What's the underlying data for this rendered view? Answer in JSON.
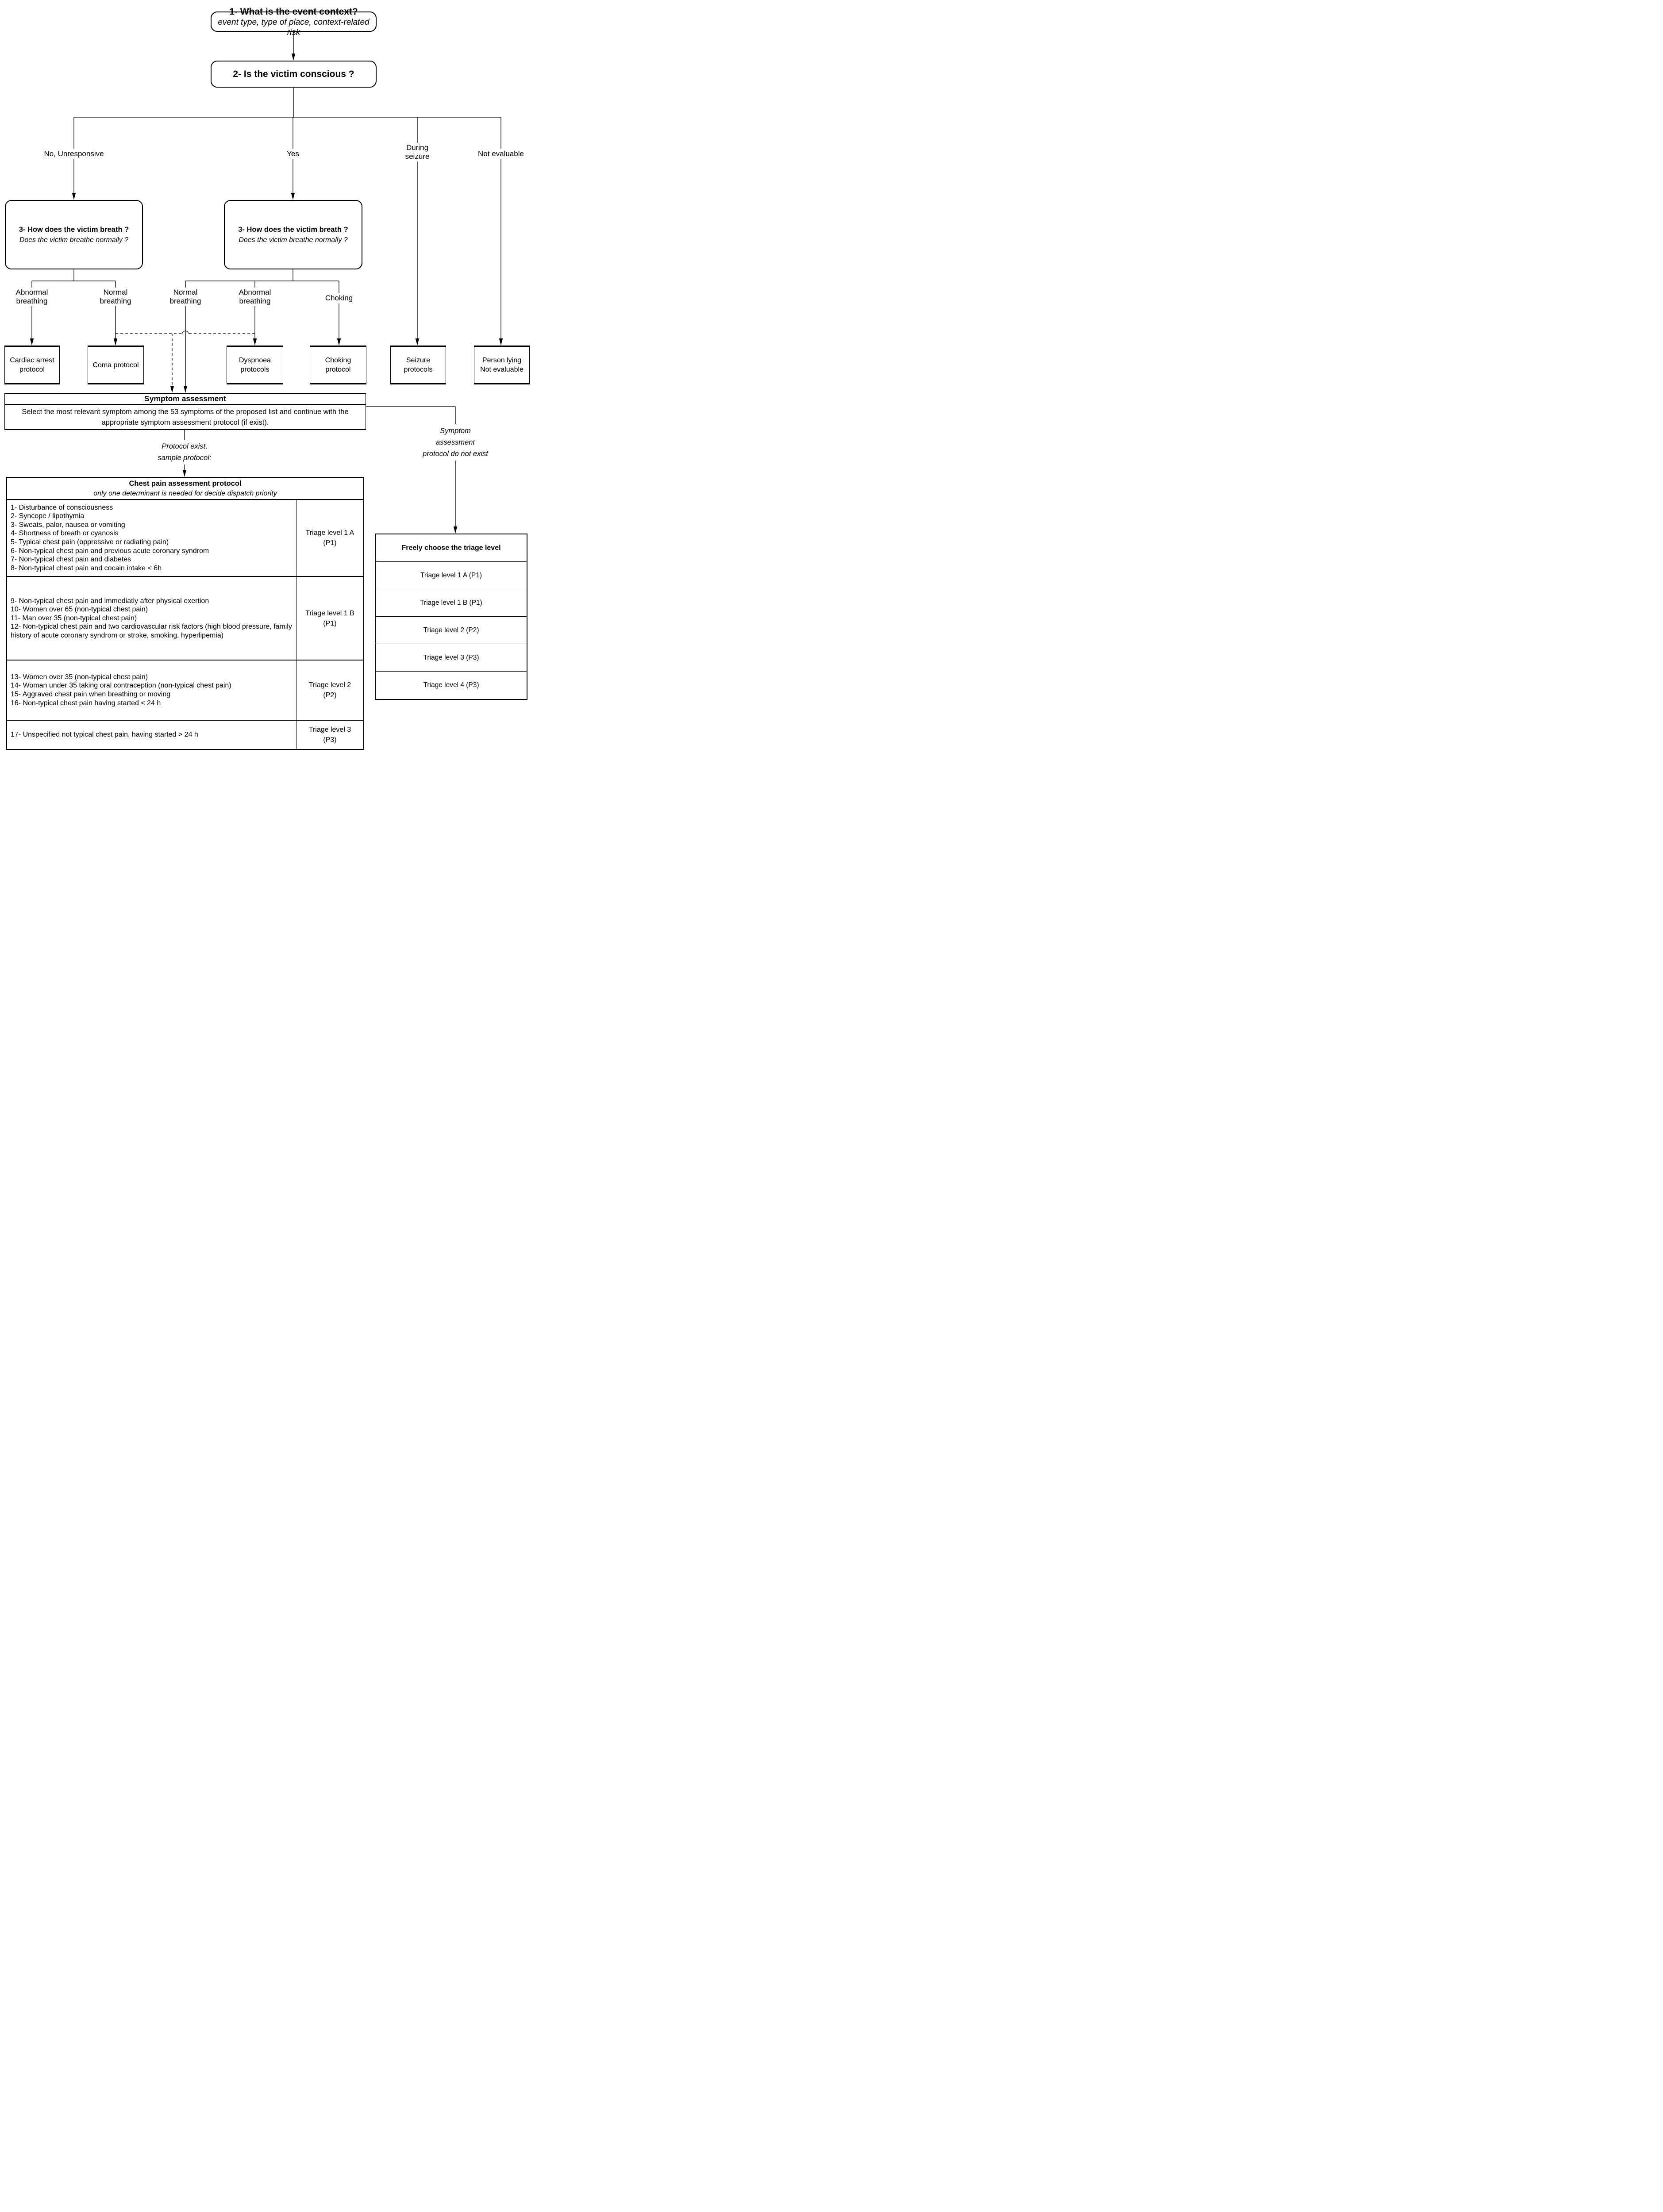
{
  "flow": {
    "q1_title": "1- What is the event context?",
    "q1_subtitle": "event type, type of place, context-related risk",
    "q2_title": "2- Is the victim conscious ?",
    "q3_title": "3- How does the victim breath ?",
    "q3_subtitle": "Does the victim breathe normally ?",
    "branch_labels": {
      "no": "No, Unresponsive",
      "yes": "Yes",
      "seizure": "During seizure",
      "not_evaluable": "Not evaluable"
    },
    "breathing_labels": {
      "left_abnormal": "Abnormal breathing",
      "left_normal": "Normal breathing",
      "right_normal": "Normal breathing",
      "right_abnormal": "Abnormal breathing",
      "choking": "Choking"
    },
    "protocol_boxes": {
      "cardiac": "Cardiac arrest protocol",
      "coma": "Coma protocol",
      "dyspnoea": "Dyspnoea protocols",
      "choking": "Choking protocol",
      "seizure": "Seizure protocols",
      "person_lying": "Person lying Not evaluable"
    },
    "symptom_assessment": {
      "title": "Symptom assessment",
      "body": "Select the most relevant symptom among the 53 symptoms of the proposed list and continue with the appropriate symptom assessment protocol (if exist)."
    },
    "edge_labels": {
      "protocol_exist": "Protocol exist,\nsample protocol:",
      "no_protocol": "Symptom assessment\nprotocol  do not exist"
    }
  },
  "chest_table": {
    "title": "Chest pain assessment protocol",
    "subtitle": "only one determinant is needed for decide dispatch priority",
    "rows": [
      {
        "items": [
          "1- Disturbance of consciousness",
          "2- Syncope / lipothymia",
          "3- Sweats, palor, nausea or vomiting",
          "4- Shortness of breath or cyanosis",
          "5- Typical chest pain (oppressive or radiating pain)",
          "6- Non-typical chest pain and previous acute coronary syndrom",
          "7- Non-typical chest pain and diabetes",
          "8- Non-typical chest pain and cocain intake < 6h"
        ],
        "level": "Triage level 1 A\n(P1)"
      },
      {
        "items": [
          "9- Non-typical chest pain and immediatly after physical exertion",
          "10- Women  over 65 (non-typical chest pain)",
          "11- Man over 35  (non-typical chest pain)",
          "12- Non-typical chest pain and two cardiovascular risk factors (high blood pressure, family history of acute coronary syndrom or stroke, smoking, hyperlipemia)"
        ],
        "level": "Triage level 1 B\n(P1)"
      },
      {
        "items": [
          "13- Women over 35 (non-typical chest pain)",
          "14- Woman under 35 taking oral contraception (non-typical chest pain)",
          "15- Aggraved chest pain when breathing or moving",
          "16- Non-typical chest pain having started < 24 h"
        ],
        "level": "Triage level 2\n(P2)"
      },
      {
        "items": [
          "17- Unspecified not typical chest pain, having started > 24 h"
        ],
        "level": "Triage level 3\n(P3)"
      }
    ]
  },
  "freely_table": {
    "title": "Freely choose the triage level",
    "options": [
      "Triage level 1 A (P1)",
      "Triage level 1 B (P1)",
      "Triage level 2 (P2)",
      "Triage level 3 (P3)",
      "Triage level 4 (P3)"
    ]
  }
}
